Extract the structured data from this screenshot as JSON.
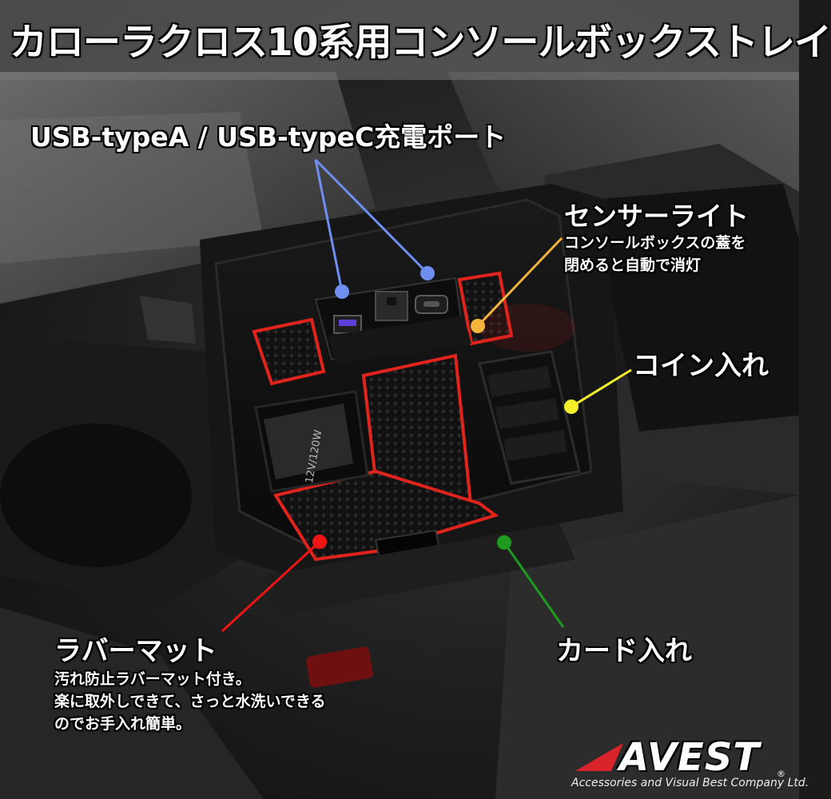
{
  "title": "カローラクロス10系用コンソールボックストレイ",
  "callouts": {
    "usb": {
      "label": "USB-typeA / USB-typeC充電ポート",
      "color": "#6f8ff0"
    },
    "sensor": {
      "label": "センサーライト",
      "desc": [
        "コンソールボックスの蓋を",
        "閉めると自動で消灯"
      ],
      "color": "#f5b43c"
    },
    "coin": {
      "label": "コイン入れ",
      "color": "#f3ee2c"
    },
    "rubber": {
      "label": "ラバーマット",
      "desc": [
        "汚れ防止ラバーマット付き。",
        "楽に取外しできて、さっと水洗いできる",
        "のでお手入れ簡単。"
      ],
      "color": "#f01414"
    },
    "card": {
      "label": "カード入れ",
      "color": "#1e9a1e"
    }
  },
  "tray_labels": {
    "socket": "12V/120W"
  },
  "logo": {
    "name": "AVEST",
    "tagline": "Accessories and Visual Best Company Ltd.",
    "registered": "®"
  }
}
